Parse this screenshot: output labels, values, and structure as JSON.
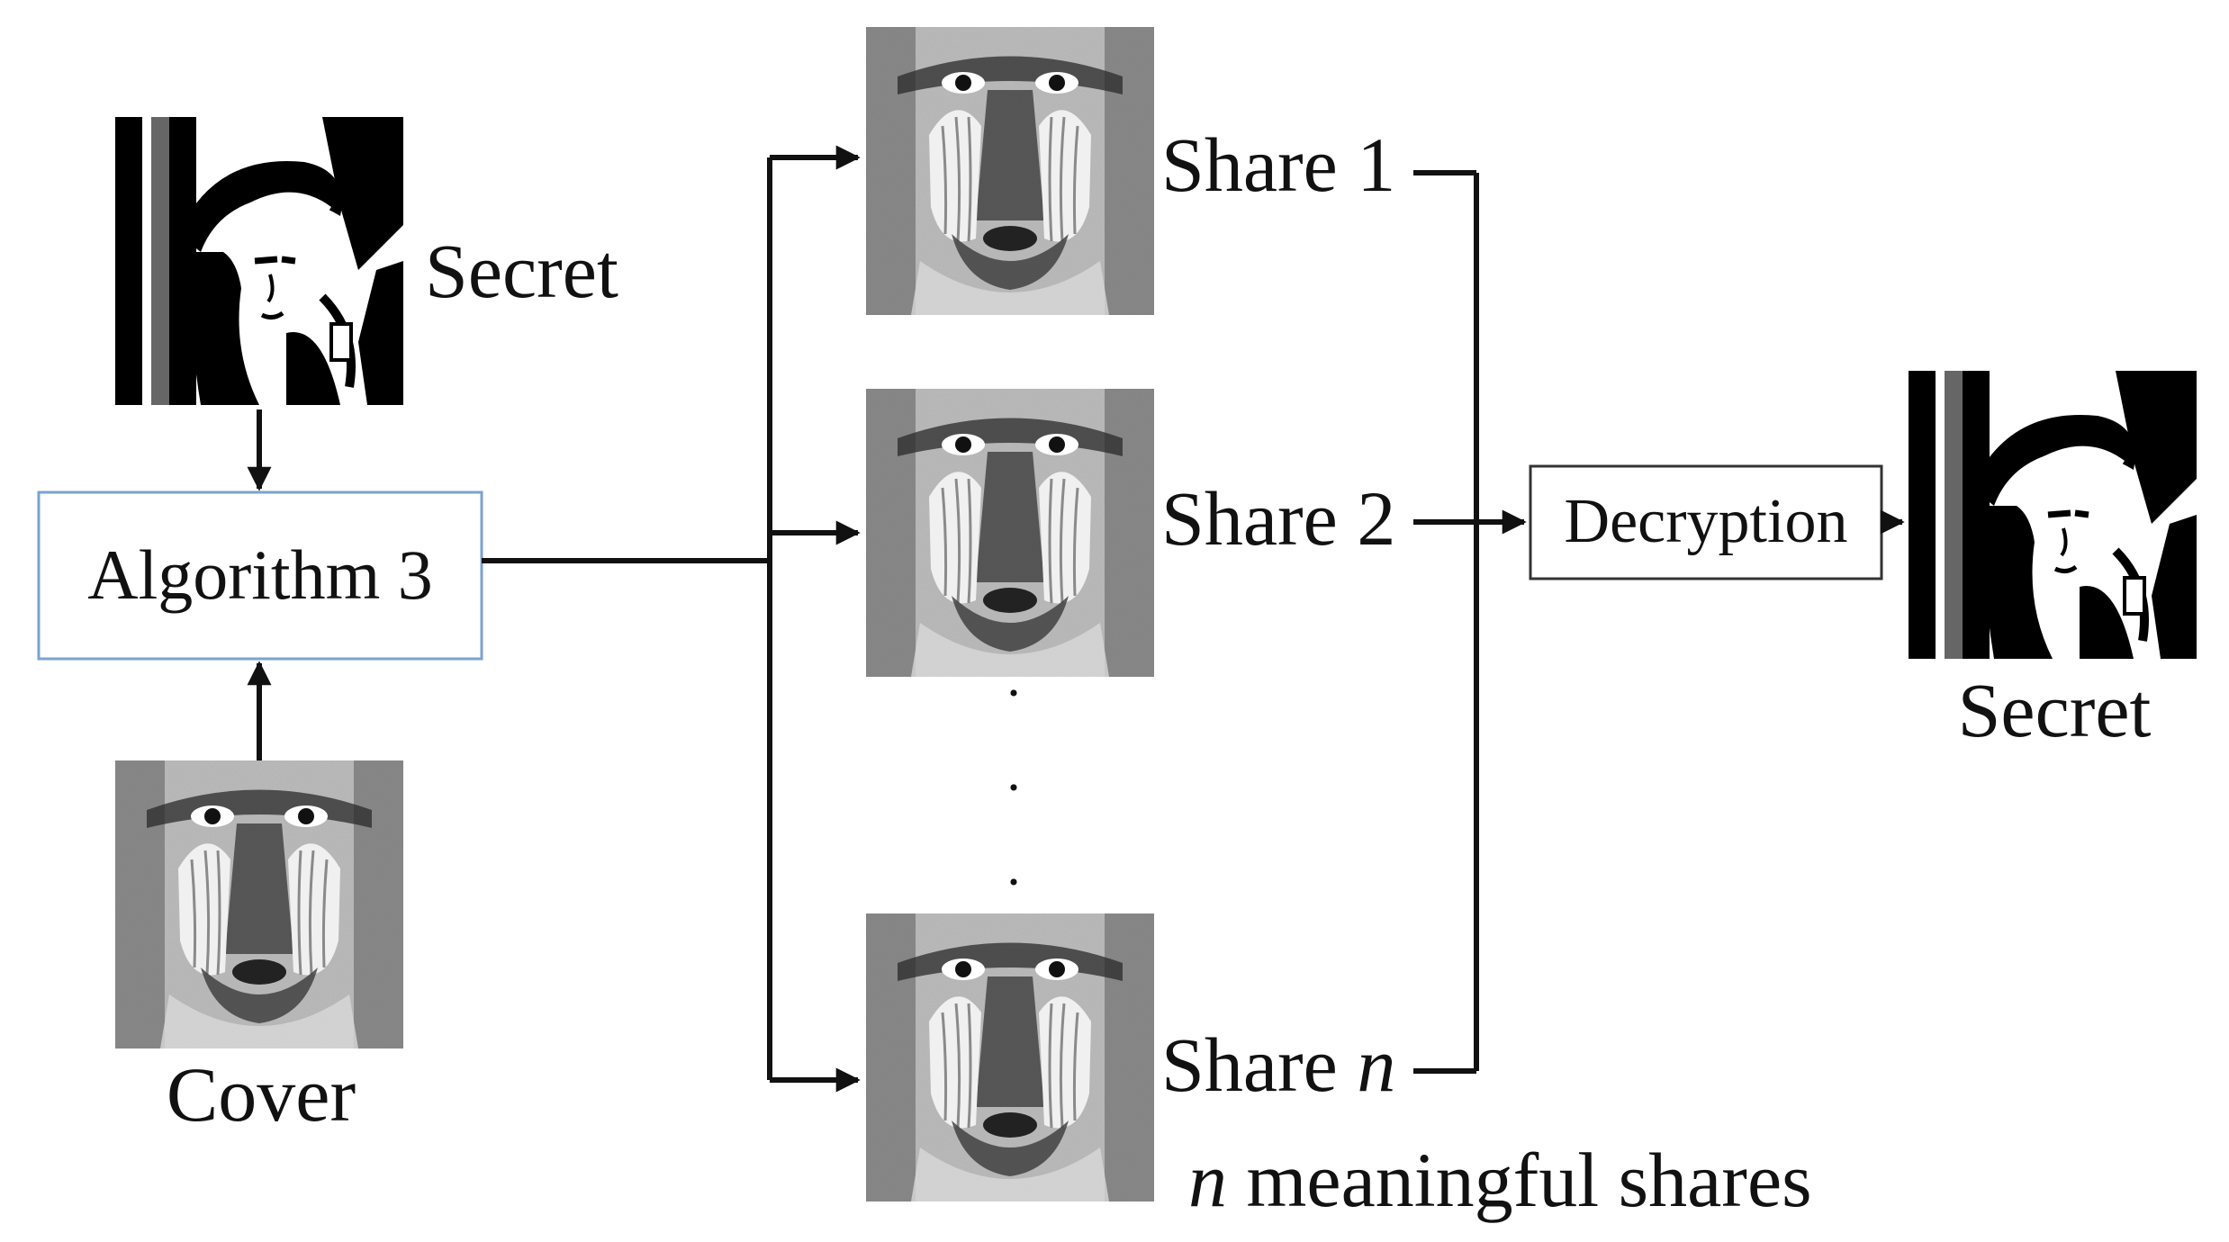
{
  "secret_input": {
    "label": "Secret",
    "image": "binary portrait image (secret)"
  },
  "cover": {
    "label": "Cover",
    "image": "halftone mandrill image (cover)"
  },
  "algorithm_box": {
    "label": "Algorithm 3",
    "border_color": "#7aa3cf"
  },
  "shares": {
    "items": [
      {
        "prefix": "Share ",
        "index": "1",
        "index_italic": false
      },
      {
        "prefix": "Share ",
        "index": "2",
        "index_italic": false
      },
      {
        "prefix": "Share ",
        "index": "n",
        "index_italic": true
      }
    ],
    "ellipsis": "·",
    "caption_var": "n",
    "caption_text": " meaningful shares",
    "image": "halftone mandrill image (share)"
  },
  "decryption_box": {
    "label": "Decryption",
    "border_color": "#333333"
  },
  "secret_output": {
    "label": "Secret",
    "image": "binary portrait image (recovered secret)"
  },
  "colors": {
    "stroke": "#111111",
    "text": "#111111",
    "background": "#ffffff"
  }
}
